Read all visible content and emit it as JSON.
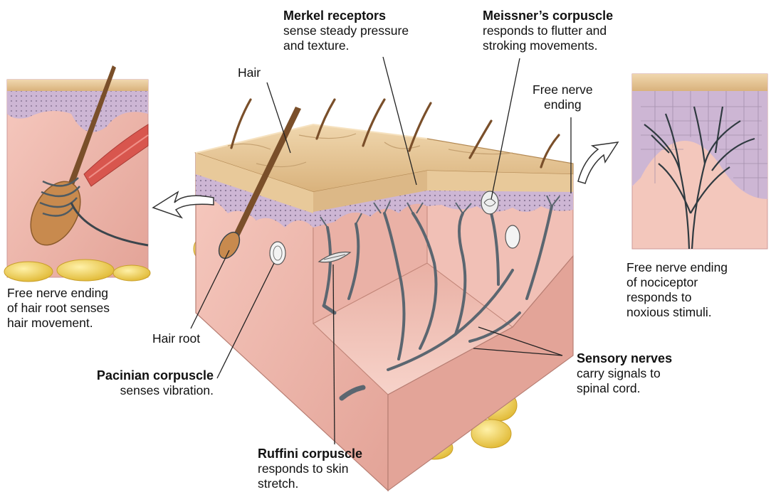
{
  "labels": {
    "hair": "Hair",
    "merkel": {
      "title": "Merkel receptors",
      "line1": "sense steady pressure",
      "line2": "and texture."
    },
    "meissner": {
      "title": "Meissner’s corpuscle",
      "line1": "responds to flutter and",
      "line2": "stroking movements."
    },
    "free_nerve_ending": {
      "line1": "Free nerve",
      "line2": "ending"
    },
    "hair_root_inset": {
      "line1": "Free nerve ending",
      "line2": "of hair root senses",
      "line3": "hair movement."
    },
    "hair_root": "Hair root",
    "pacinian": {
      "title": "Pacinian corpuscle",
      "line1": "senses vibration."
    },
    "ruffini": {
      "title": "Ruffini corpuscle",
      "line1": "responds to skin",
      "line2": "stretch."
    },
    "sensory_nerves": {
      "title": "Sensory nerves",
      "line1": "carry signals to",
      "line2": "spinal cord."
    },
    "nociceptor": {
      "line1": "Free nerve ending",
      "line2": "of nociceptor",
      "line3": "responds to",
      "line4": "noxious stimuli."
    }
  },
  "colors": {
    "epidermis": "#e8c99a",
    "dermis": "#f0b8ad",
    "dermis_dark": "#dc9a8e",
    "papillary": "#cdb6d4",
    "fat": "#f2d45a",
    "nerve": "#5b6670",
    "hair": "#7a4f2a",
    "muscle": "#d8564e"
  }
}
